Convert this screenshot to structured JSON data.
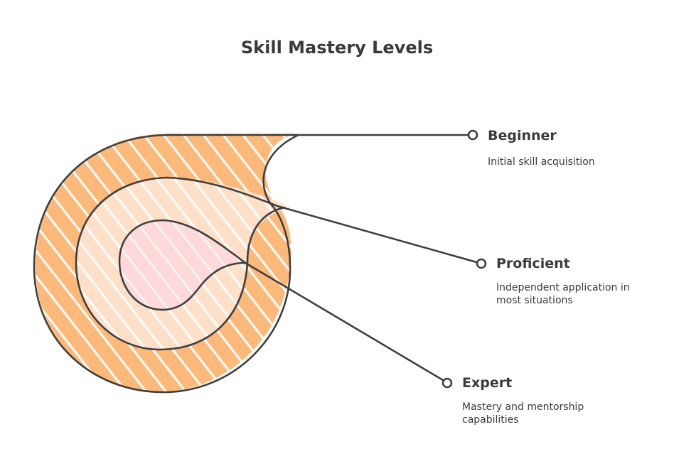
{
  "title": "Skill Mastery Levels",
  "levels": [
    {
      "name": "Beginner",
      "description": "Initial skill acquisition",
      "color": "#fdb97a"
    },
    {
      "name": "Proficient",
      "description": "Independent application in most situations",
      "color": "#fee0c8"
    },
    {
      "name": "Expert",
      "description": "Mastery and mentorship capabilities",
      "color": "#fdd9d9"
    }
  ],
  "stroke_color": "#3f3f3f"
}
